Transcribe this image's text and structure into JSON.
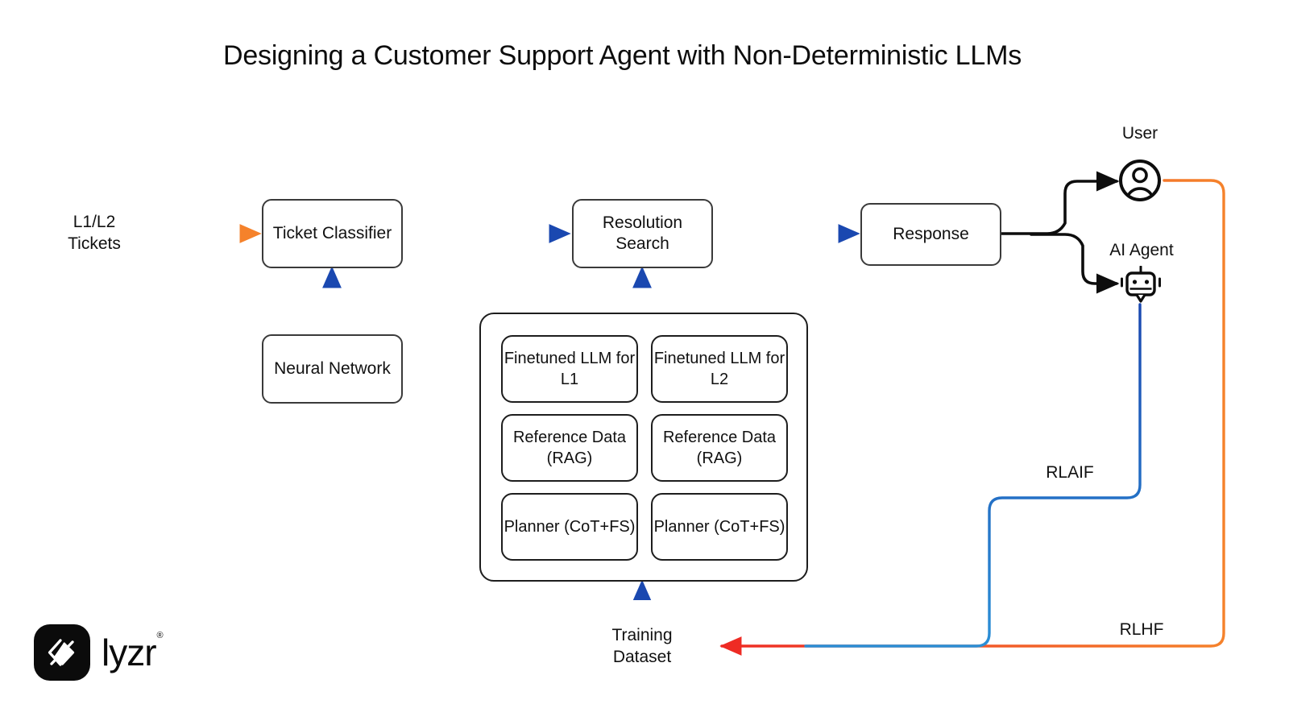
{
  "title": "Designing a Customer Support Agent with Non-Deterministic LLMs",
  "nodes": {
    "ticket_classifier": "Ticket\nClassifier",
    "neural_network": "Neural\nNetwork",
    "resolution_search": "Resolution\nSearch",
    "response": "Response"
  },
  "knowledge_group": {
    "columns": [
      {
        "level": "L1",
        "items": [
          "Finetuned\nLLM for L1",
          "Reference\nData (RAG)",
          "Planner\n(CoT+FS)"
        ]
      },
      {
        "level": "L2",
        "items": [
          "Finetuned\nLLM for L2",
          "Reference\nData (RAG)",
          "Planner\n(CoT+FS)"
        ]
      }
    ]
  },
  "labels": {
    "input": "L1/L2\nTickets",
    "user": "User",
    "ai_agent": "AI Agent",
    "rlaif": "RLAIF",
    "rlhf": "RLHF",
    "training_dataset": "Training\nDataset"
  },
  "icons": {
    "user": "user-avatar-icon",
    "agent": "robot-icon",
    "logo_mark": "lyzr-diamond-mark"
  },
  "brand": {
    "name": "lyzr",
    "registered": "®"
  },
  "colors": {
    "red": "#ee2b24",
    "orange": "#f5822b",
    "cyan": "#2bc4e8",
    "blue": "#1a48b0",
    "blue_mid": "#1f6fc4",
    "black": "#111111",
    "box_stroke": "#3a3a3a",
    "logo_bg": "#0b0b0b"
  }
}
